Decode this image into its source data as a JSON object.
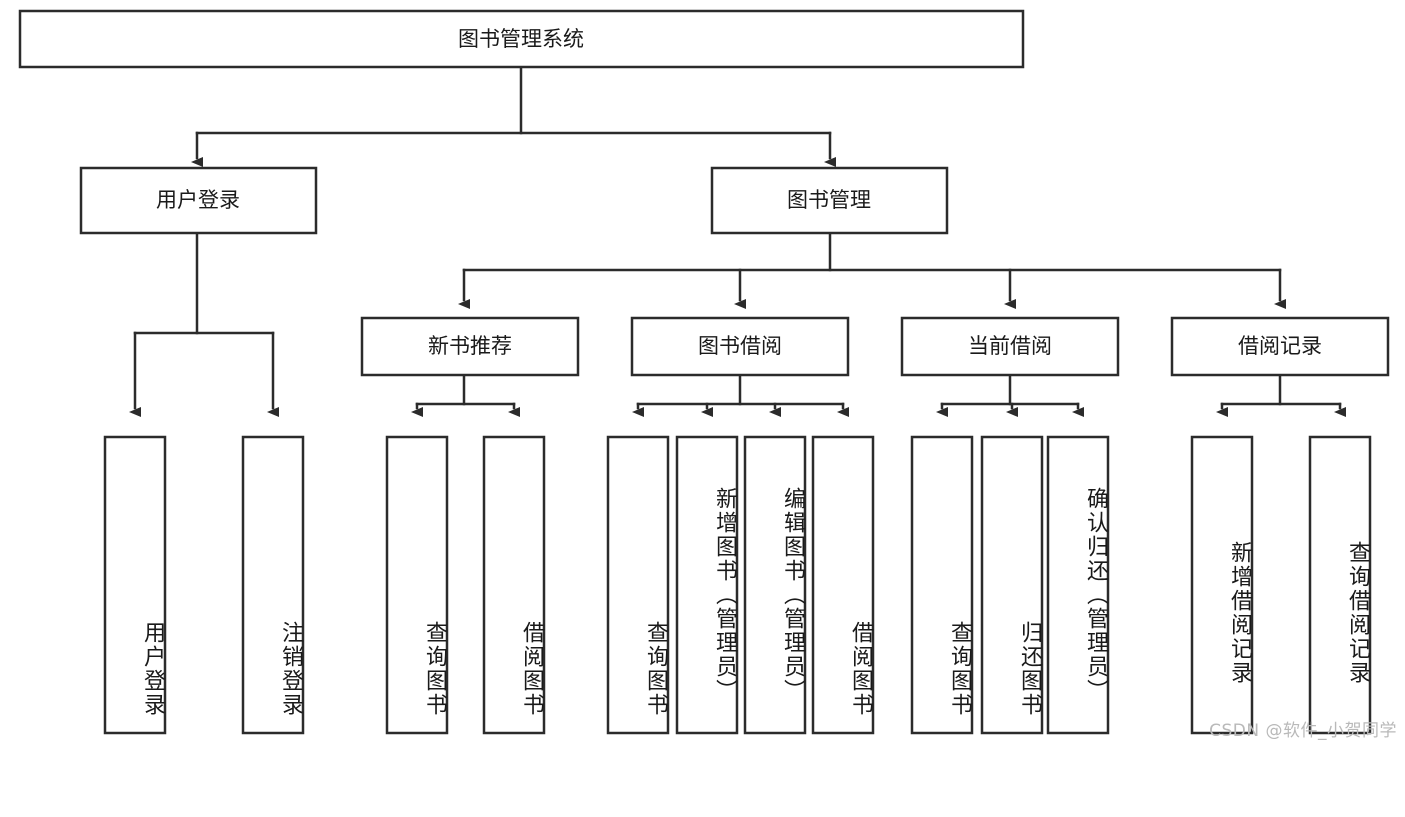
{
  "diagram": {
    "type": "tree-hierarchy",
    "title": "图书管理系统",
    "watermark": "CSDN @软件_小贺同学",
    "colors": {
      "stroke": "#2b2b2b",
      "fill": "#ffffff",
      "text": "#1a1a1a",
      "watermark": "#b9b9b9",
      "background": "#ffffff"
    },
    "root": {
      "label": "图书管理系统",
      "orientation": "horizontal"
    },
    "level2": [
      {
        "label": "用户登录",
        "orientation": "horizontal"
      },
      {
        "label": "图书管理",
        "orientation": "horizontal"
      }
    ],
    "level3": [
      {
        "label": "新书推荐",
        "orientation": "horizontal"
      },
      {
        "label": "图书借阅",
        "orientation": "horizontal"
      },
      {
        "label": "当前借阅",
        "orientation": "horizontal"
      },
      {
        "label": "借阅记录",
        "orientation": "horizontal"
      }
    ],
    "leaves": {
      "user_login": [
        {
          "label": "用户登录",
          "orientation": "vertical"
        },
        {
          "label": "注销登录",
          "orientation": "vertical"
        }
      ],
      "new_book_recommend": [
        {
          "label": "查询图书",
          "orientation": "vertical"
        },
        {
          "label": "借阅图书",
          "orientation": "vertical"
        }
      ],
      "book_borrow": [
        {
          "label": "查询图书",
          "orientation": "vertical"
        },
        {
          "label": "新增图书（管理员）",
          "orientation": "vertical"
        },
        {
          "label": "编辑图书（管理员）",
          "orientation": "vertical"
        },
        {
          "label": "借阅图书",
          "orientation": "vertical"
        }
      ],
      "current_borrow": [
        {
          "label": "查询图书",
          "orientation": "vertical"
        },
        {
          "label": "归还图书",
          "orientation": "vertical"
        },
        {
          "label": "确认归还（管理员）",
          "orientation": "vertical"
        }
      ],
      "borrow_record": [
        {
          "label": "新增借阅记录",
          "orientation": "vertical"
        },
        {
          "label": "查询借阅记录",
          "orientation": "vertical"
        }
      ]
    },
    "edges": [
      {
        "from": "图书管理系统",
        "to": "用户登录"
      },
      {
        "from": "图书管理系统",
        "to": "图书管理"
      },
      {
        "from": "图书管理",
        "to": "新书推荐"
      },
      {
        "from": "图书管理",
        "to": "图书借阅"
      },
      {
        "from": "图书管理",
        "to": "当前借阅"
      },
      {
        "from": "图书管理",
        "to": "借阅记录"
      },
      {
        "from": "用户登录",
        "to": "用户登录(叶)"
      },
      {
        "from": "用户登录",
        "to": "注销登录"
      },
      {
        "from": "新书推荐",
        "to": "查询图书"
      },
      {
        "from": "新书推荐",
        "to": "借阅图书"
      },
      {
        "from": "图书借阅",
        "to": "查询图书"
      },
      {
        "from": "图书借阅",
        "to": "新增图书（管理员）"
      },
      {
        "from": "图书借阅",
        "to": "编辑图书（管理员）"
      },
      {
        "from": "图书借阅",
        "to": "借阅图书"
      },
      {
        "from": "当前借阅",
        "to": "查询图书"
      },
      {
        "from": "当前借阅",
        "to": "归还图书"
      },
      {
        "from": "当前借阅",
        "to": "确认归还（管理员）"
      },
      {
        "from": "借阅记录",
        "to": "新增借阅记录"
      },
      {
        "from": "借阅记录",
        "to": "查询借阅记录"
      }
    ]
  }
}
